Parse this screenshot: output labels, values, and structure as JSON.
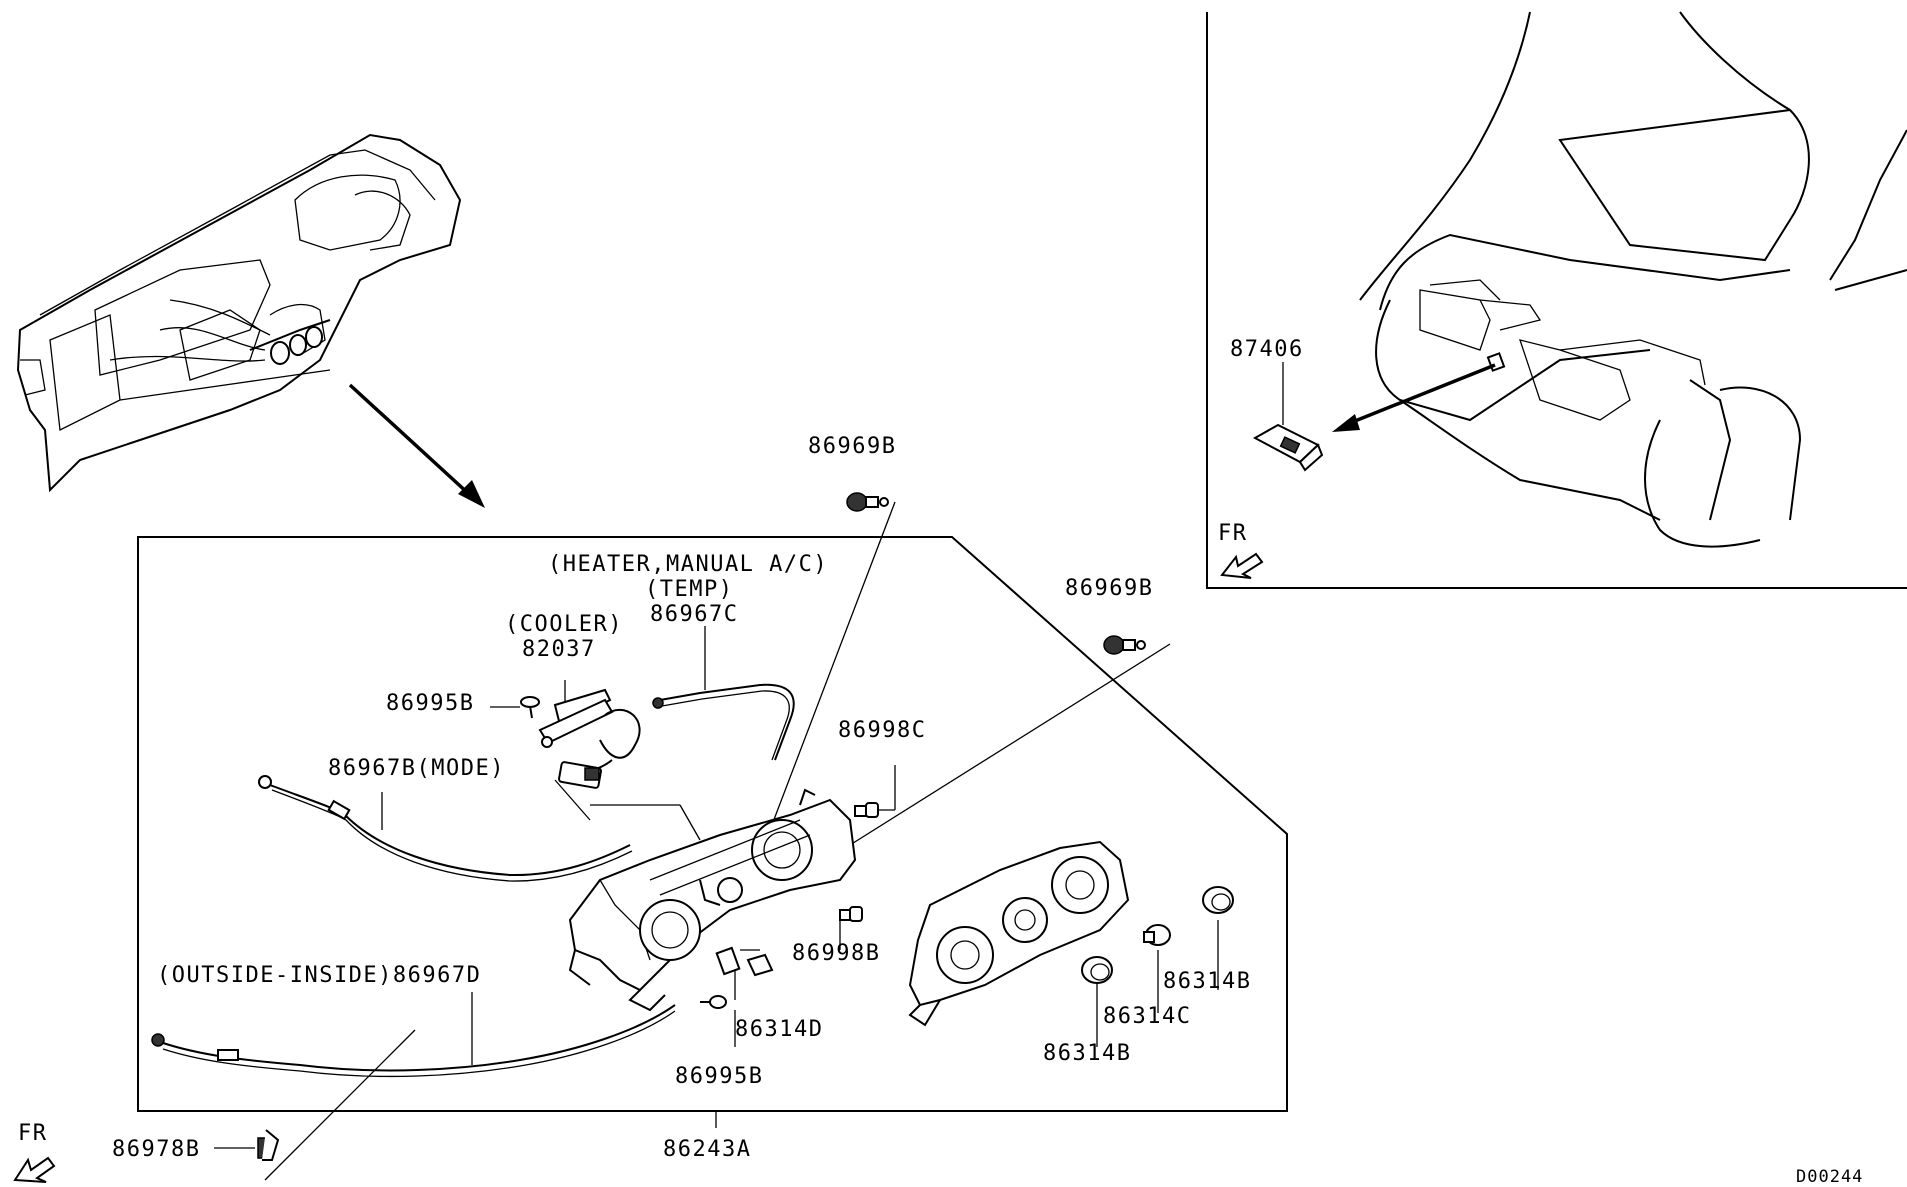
{
  "labels": {
    "p86969B_top": "86969B",
    "heater_manual_ac": "(HEATER,MANUAL A/C)",
    "temp": "(TEMP)",
    "p86967C": "86967C",
    "cooler": "(COOLER)",
    "p82037": "82037",
    "p86969B_right": "86969B",
    "p86995B_top": "86995B",
    "p86967B_mode": "86967B(MODE)",
    "p86998C": "86998C",
    "outside_inside_86967D": "(OUTSIDE-INSIDE)86967D",
    "p86998B": "86998B",
    "p86314D": "86314D",
    "p86995B_bottom": "86995B",
    "p86314C": "86314C",
    "p86314B_right": "86314B",
    "p86314B_bottom": "86314B",
    "p86978B": "86978B",
    "p86243A": "86243A",
    "p87406": "87406",
    "fr_inset": "FR",
    "fr_main": "FR",
    "diagram_code": "D00244"
  }
}
